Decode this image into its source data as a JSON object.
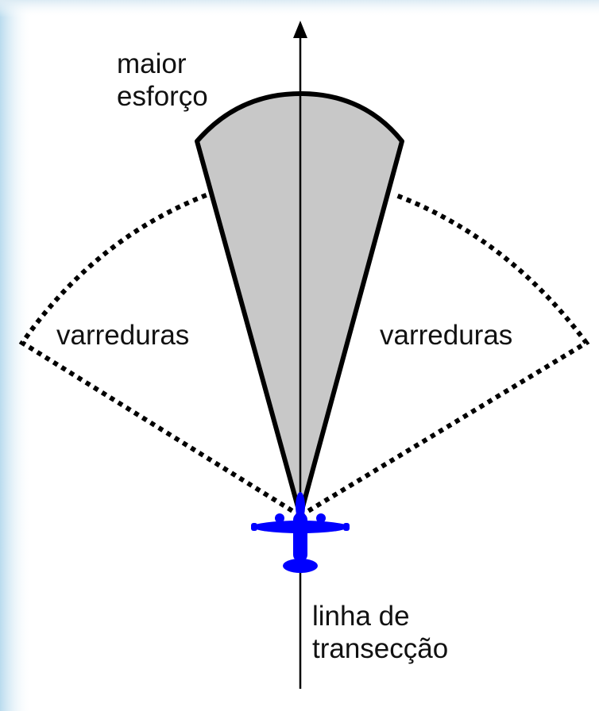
{
  "labels": {
    "top_line1": "maior",
    "top_line2": "esforço",
    "sweep_left": "varreduras",
    "sweep_right": "varreduras",
    "bottom_line1": "linha de",
    "bottom_line2": "transecção"
  },
  "colors": {
    "background_edge": "#cfe6f3",
    "background": "#ffffff",
    "sector_fill": "#c8c8c8",
    "outline": "#000000",
    "aircraft": "#0000ff"
  },
  "icons": {
    "aircraft": "airplane-icon",
    "arrow": "arrowhead-icon"
  }
}
